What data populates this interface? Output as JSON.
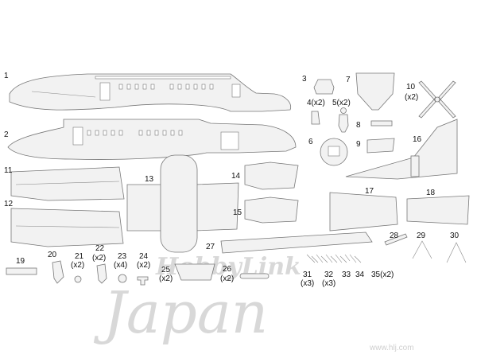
{
  "part_labels": [
    {
      "text": "1"
    },
    {
      "text": "2"
    },
    {
      "text": "3"
    },
    {
      "text": "4(x2)"
    },
    {
      "text": "5(x2)"
    },
    {
      "text": "6"
    },
    {
      "text": "7"
    },
    {
      "text": "8"
    },
    {
      "text": "9"
    },
    {
      "text": "10"
    },
    {
      "text": "(x2)"
    },
    {
      "text": "11"
    },
    {
      "text": "12"
    },
    {
      "text": "13"
    },
    {
      "text": "14"
    },
    {
      "text": "15"
    },
    {
      "text": "16"
    },
    {
      "text": "17"
    },
    {
      "text": "18"
    },
    {
      "text": "19"
    },
    {
      "text": "20"
    },
    {
      "text": "21"
    },
    {
      "text": "(x2)"
    },
    {
      "text": "22"
    },
    {
      "text": "(x2)"
    },
    {
      "text": "23"
    },
    {
      "text": "(x4)"
    },
    {
      "text": "24"
    },
    {
      "text": "(x2)"
    },
    {
      "text": "25"
    },
    {
      "text": "(x2)"
    },
    {
      "text": "26"
    },
    {
      "text": "(x2)"
    },
    {
      "text": "27"
    },
    {
      "text": "28"
    },
    {
      "text": "29"
    },
    {
      "text": "30"
    },
    {
      "text": "31"
    },
    {
      "text": "(x3)"
    },
    {
      "text": "32"
    },
    {
      "text": "(x3)"
    },
    {
      "text": "33"
    },
    {
      "text": "34"
    },
    {
      "text": "35(x2)"
    }
  ],
  "watermark": {
    "brand": "HobbyLink",
    "script": "Japan",
    "url": "www.hlj.com"
  }
}
